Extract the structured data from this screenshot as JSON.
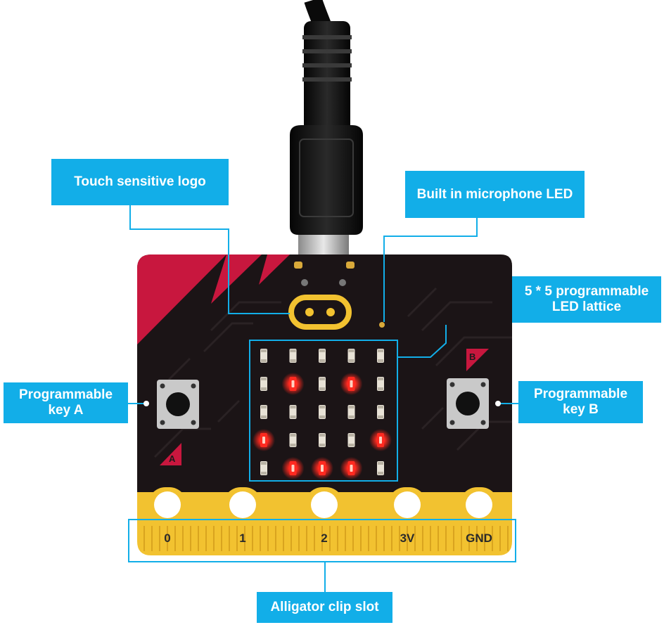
{
  "callouts": {
    "touch_logo": "Touch sensitive logo",
    "microphone_led": "Built in microphone LED",
    "led_lattice": "5 * 5 programmable\nLED lattice",
    "key_a": "Programmable\nkey A",
    "key_b": "Programmable\nkey B",
    "alligator_clip": "Alligator clip slot"
  },
  "board": {
    "pins": [
      "0",
      "1",
      "2",
      "3V",
      "GND"
    ],
    "key_a_letter": "A",
    "key_b_letter": "B",
    "led_matrix": {
      "rows": 5,
      "cols": 5,
      "lit": [
        [
          1,
          1
        ],
        [
          1,
          3
        ],
        [
          3,
          0
        ],
        [
          3,
          4
        ],
        [
          4,
          1
        ],
        [
          4,
          2
        ],
        [
          4,
          3
        ]
      ]
    }
  },
  "colors": {
    "callout": "#12aee8",
    "board": "#1b1416",
    "accent_red": "#c8173e",
    "gold": "#f2c230",
    "led_on": "#ff2a20"
  }
}
